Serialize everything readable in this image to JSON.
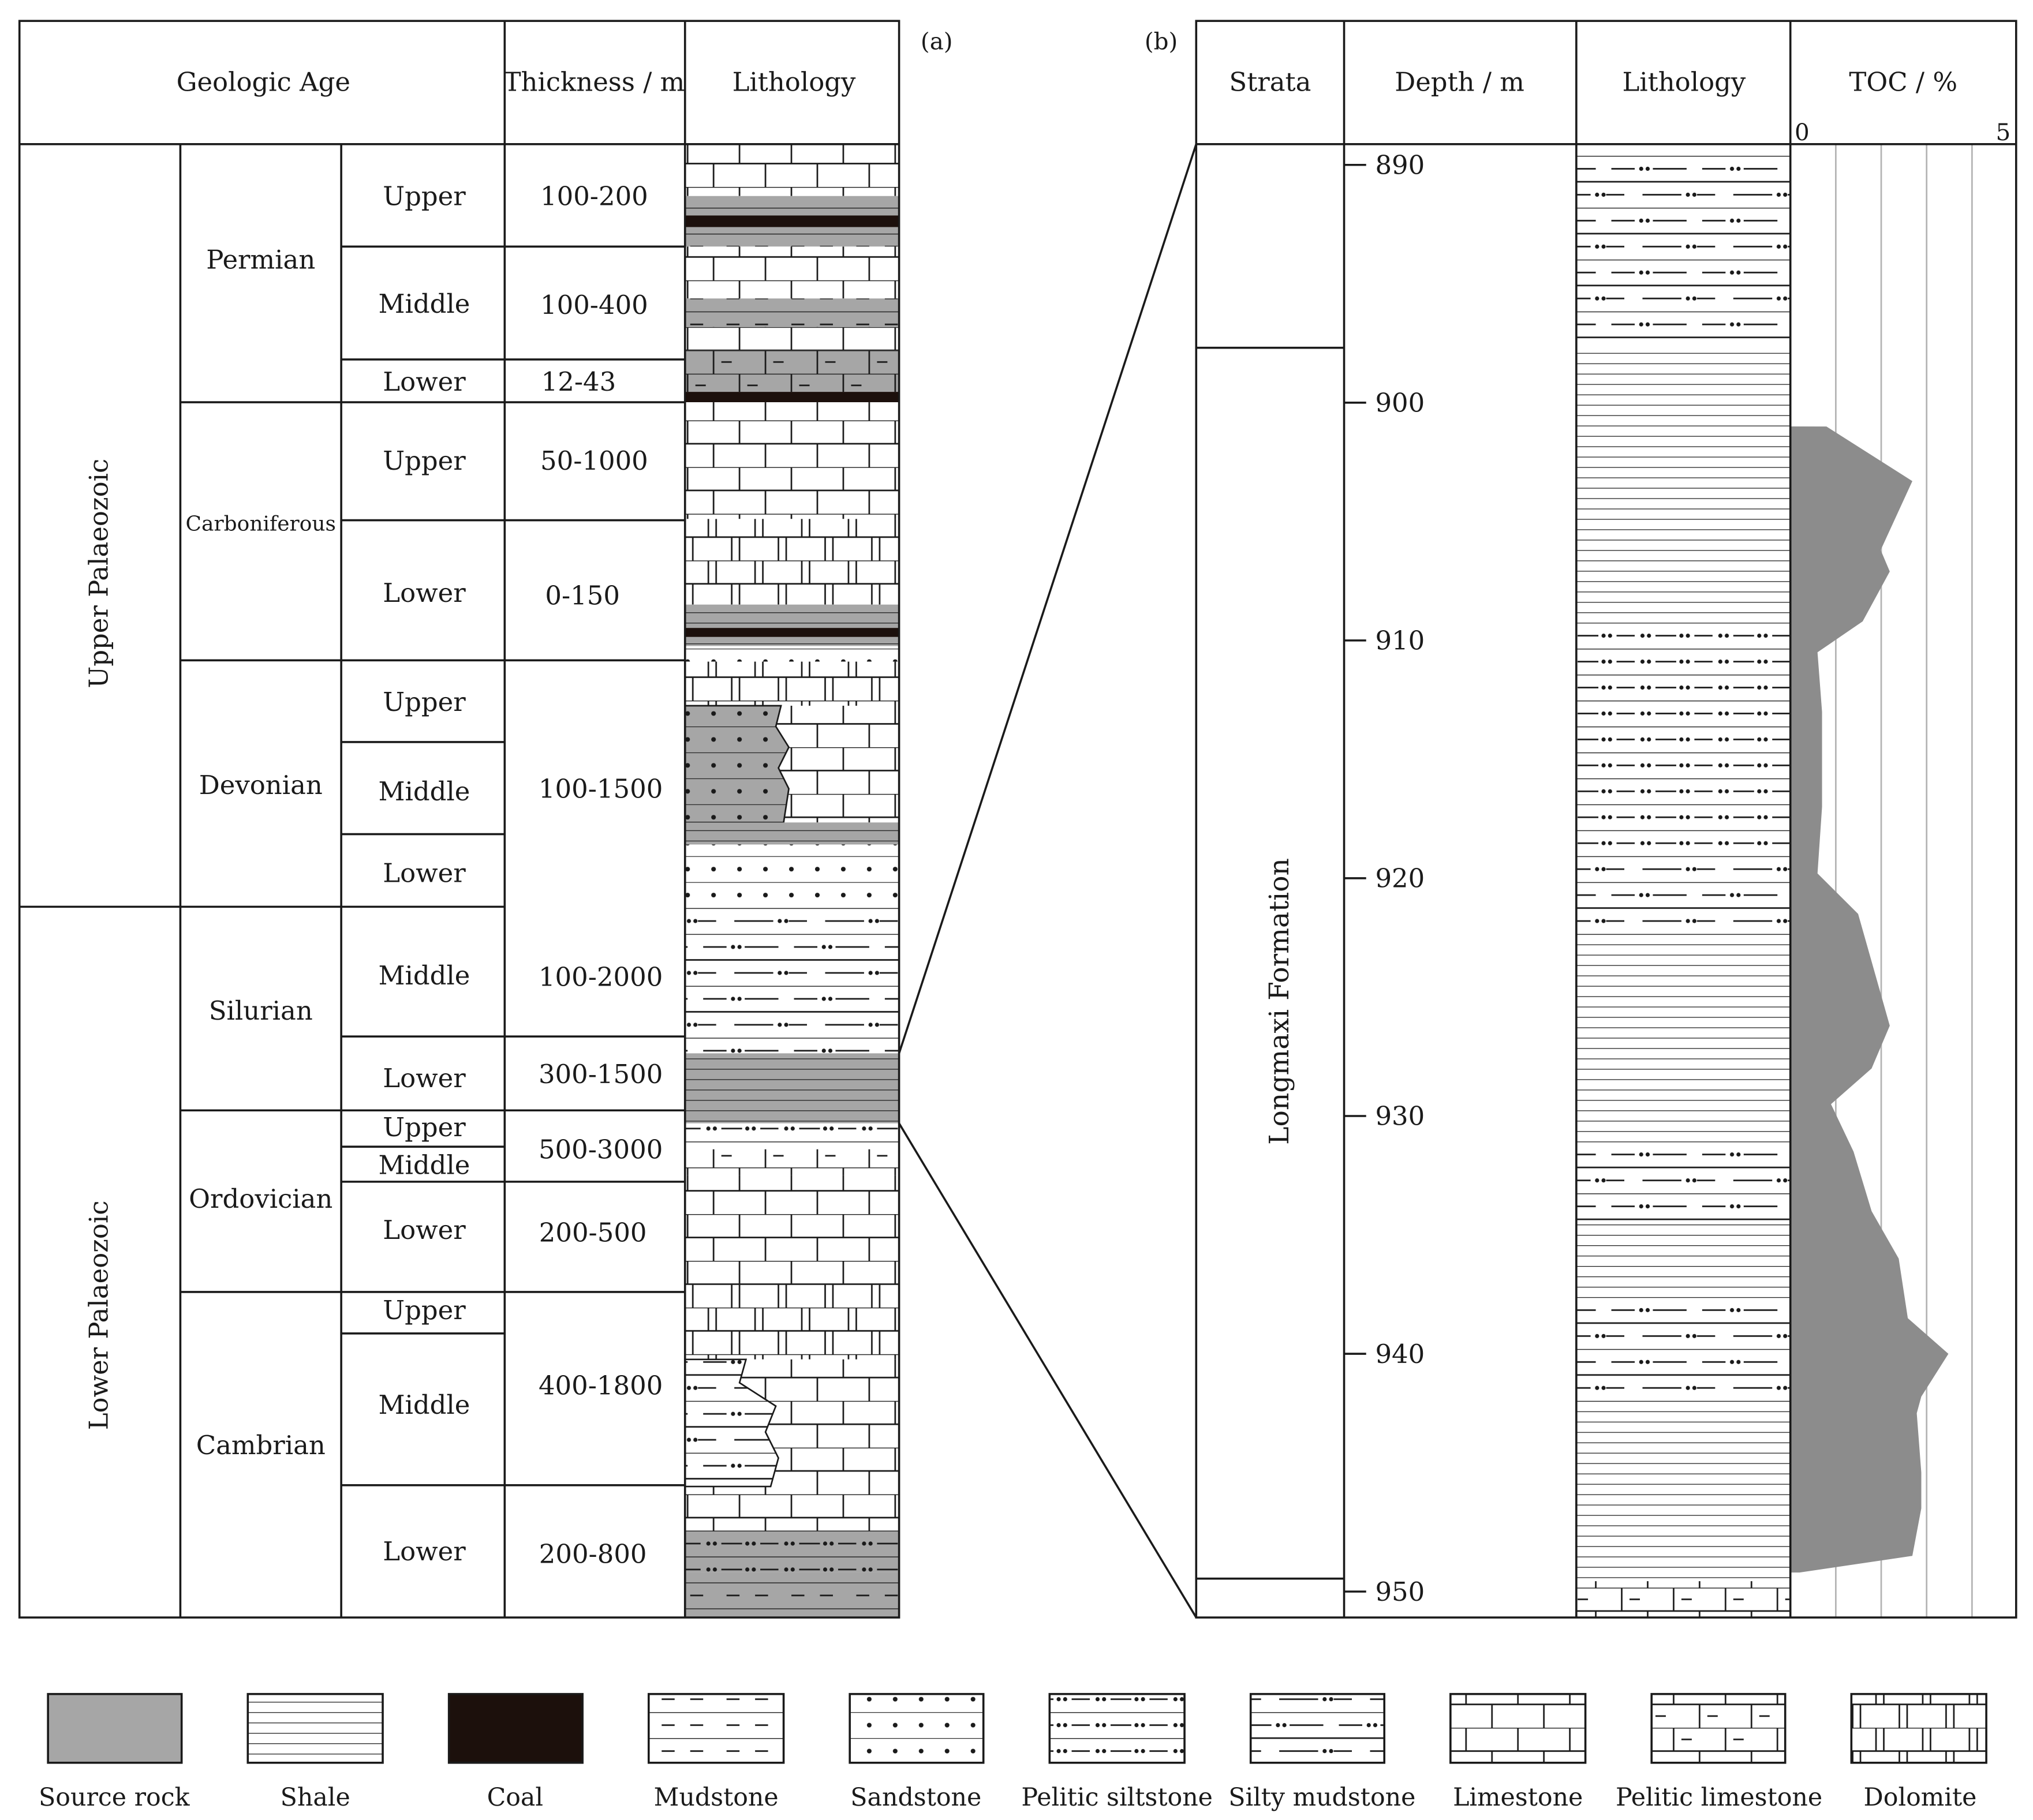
{
  "panel_labels": {
    "a": "(a)",
    "b": "(b)"
  },
  "panel_a": {
    "headers": {
      "age": "Geologic  Age",
      "thickness": "Thickness / m",
      "lithology": "Lithology"
    },
    "eras": [
      "Upper Palaeozoic",
      "Lower Palaeozoic"
    ],
    "systems": [
      "Permian",
      "Carboniferous",
      "Devonian",
      "Silurian",
      "Ordovician",
      "Cambrian"
    ],
    "series": [
      "Upper",
      "Middle",
      "Lower",
      "Upper",
      "Lower",
      "Upper",
      "Middle",
      "Lower",
      "Middle",
      "Lower",
      "Upper",
      "Middle",
      "Lower",
      "Upper",
      "Middle",
      "Lower"
    ],
    "thickness": [
      "100-200",
      "100-400",
      "12-43",
      "50-1000",
      "0-150",
      "100-1500",
      "100-2000",
      "300-1500",
      "500-3000",
      "200-500",
      "400-1800",
      "200-800"
    ]
  },
  "panel_b": {
    "headers": {
      "strata": "Strata",
      "depth": "Depth / m",
      "lithology": "Lithology",
      "toc": "TOC / %"
    },
    "formation": "Longmaxi Formation",
    "toc_axis": [
      "0",
      "5"
    ],
    "depth_ticks": [
      "890",
      "900",
      "910",
      "920",
      "930",
      "940",
      "950"
    ],
    "toc_profile": {
      "depth_m": [
        901,
        903.3,
        906.2,
        907.1,
        909.2,
        910.5,
        913,
        917,
        919.8,
        921.5,
        923.5,
        926.2,
        928,
        929.5,
        931.5,
        934,
        936,
        938.5,
        940,
        941.8,
        942.5,
        945,
        946.5,
        948.5,
        949.2
      ],
      "toc_pct": [
        0.8,
        2.7,
        2.0,
        2.2,
        1.6,
        0.6,
        0.7,
        0.7,
        0.6,
        1.5,
        1.8,
        2.2,
        1.8,
        0.9,
        1.4,
        1.8,
        2.4,
        2.6,
        3.5,
        2.9,
        2.8,
        2.9,
        2.9,
        2.7,
        0.2
      ]
    }
  },
  "legend": [
    "Source rock",
    "Shale",
    "Coal",
    "Mudstone",
    "Sandstone",
    "Pelitic siltstone",
    "Silty mudstone",
    "Limestone",
    "Pelitic limestone",
    "Dolomite"
  ],
  "colors": {
    "source_rock": "#a6a6a6",
    "coal": "#1c100c",
    "line": "#1a1a1a"
  }
}
